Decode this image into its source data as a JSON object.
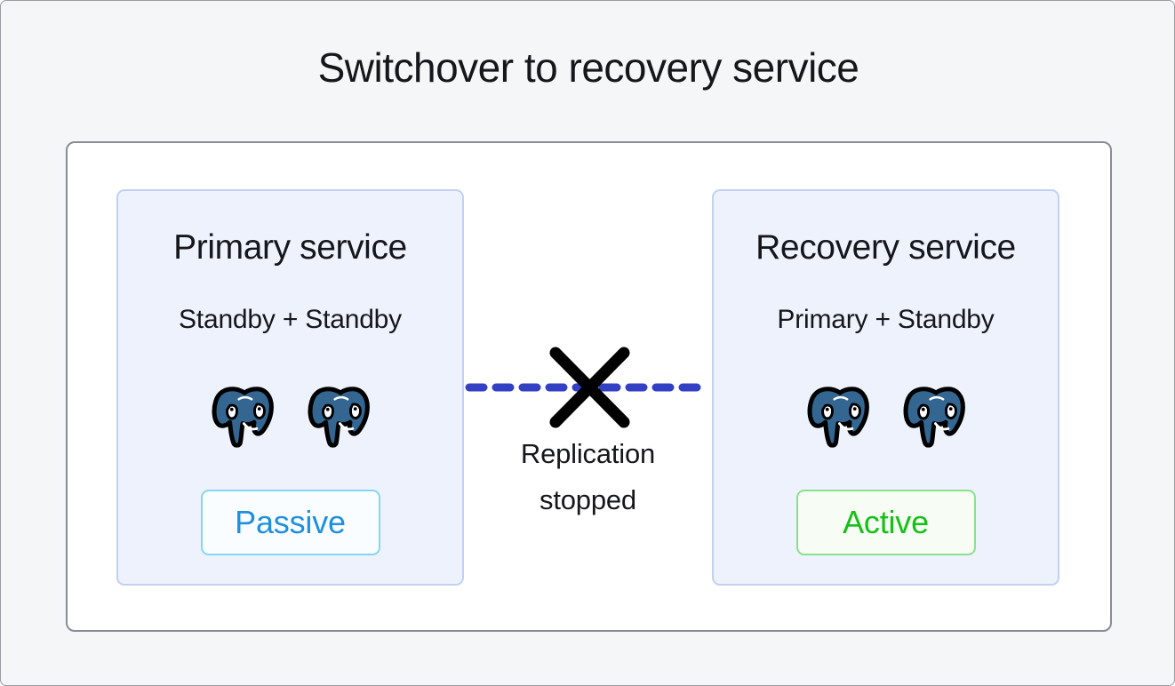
{
  "title": "Switchover to recovery service",
  "colors": {
    "page_background": "#f5f6f7",
    "panel_border": "#8b8b95",
    "card_background": "#eef2fd",
    "card_border": "#c2d0f2",
    "replication_line": "#3340c4",
    "cross_mark": "#000000",
    "passive_text": "#1f8fe0",
    "passive_border": "#84d6f3",
    "active_text": "#16c017",
    "active_border": "#8ae08c",
    "postgres_blue": "#336791"
  },
  "services": [
    {
      "id": "primary-service",
      "title": "Primary service",
      "subtitle": "Standby + Standby",
      "status": "Passive",
      "status_kind": "passive",
      "nodes": [
        {
          "icon": "postgresql-elephant-icon",
          "role": "Standby"
        },
        {
          "icon": "postgresql-elephant-icon",
          "role": "Standby"
        }
      ]
    },
    {
      "id": "recovery-service",
      "title": "Recovery service",
      "subtitle": "Primary + Standby",
      "status": "Active",
      "status_kind": "active",
      "nodes": [
        {
          "icon": "postgresql-elephant-icon",
          "role": "Primary"
        },
        {
          "icon": "postgresql-elephant-icon",
          "role": "Standby"
        }
      ]
    }
  ],
  "connection": {
    "style": "dashed",
    "state": "stopped",
    "marker": "cross-icon",
    "label_line1": "Replication",
    "label_line2": "stopped"
  }
}
